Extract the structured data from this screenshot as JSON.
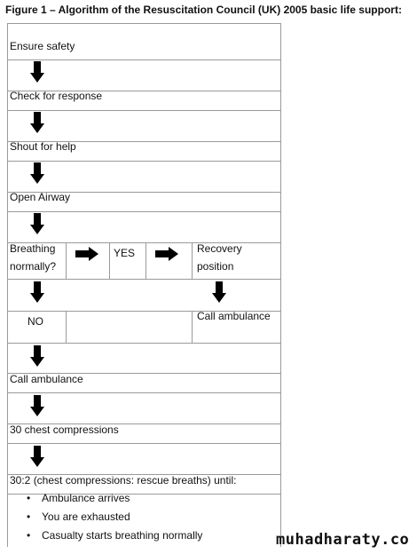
{
  "figure_title": "Figure 1 – Algorithm of the Resuscitation Council (UK) 2005 basic life support:",
  "steps": {
    "ensure_safety": "Ensure safety",
    "check_response": "Check for response",
    "shout_help": "Shout for help",
    "open_airway": "Open Airway",
    "breathing_line1": "Breathing",
    "breathing_line2": "normally?",
    "yes": "YES",
    "recovery_line1": "Recovery",
    "recovery_line2": "position",
    "no": "NO",
    "call_ambulance_right": "Call ambulance",
    "call_ambulance": "Call ambulance",
    "chest_compressions": "30 chest compressions",
    "cpr_ratio": "30:2 (chest compressions: rescue breaths) until:"
  },
  "until_conditions": [
    "Ambulance arrives",
    "You are exhausted",
    "Casualty starts breathing normally"
  ],
  "bullet_symbol": "•",
  "watermark": "muhadharaty.com"
}
